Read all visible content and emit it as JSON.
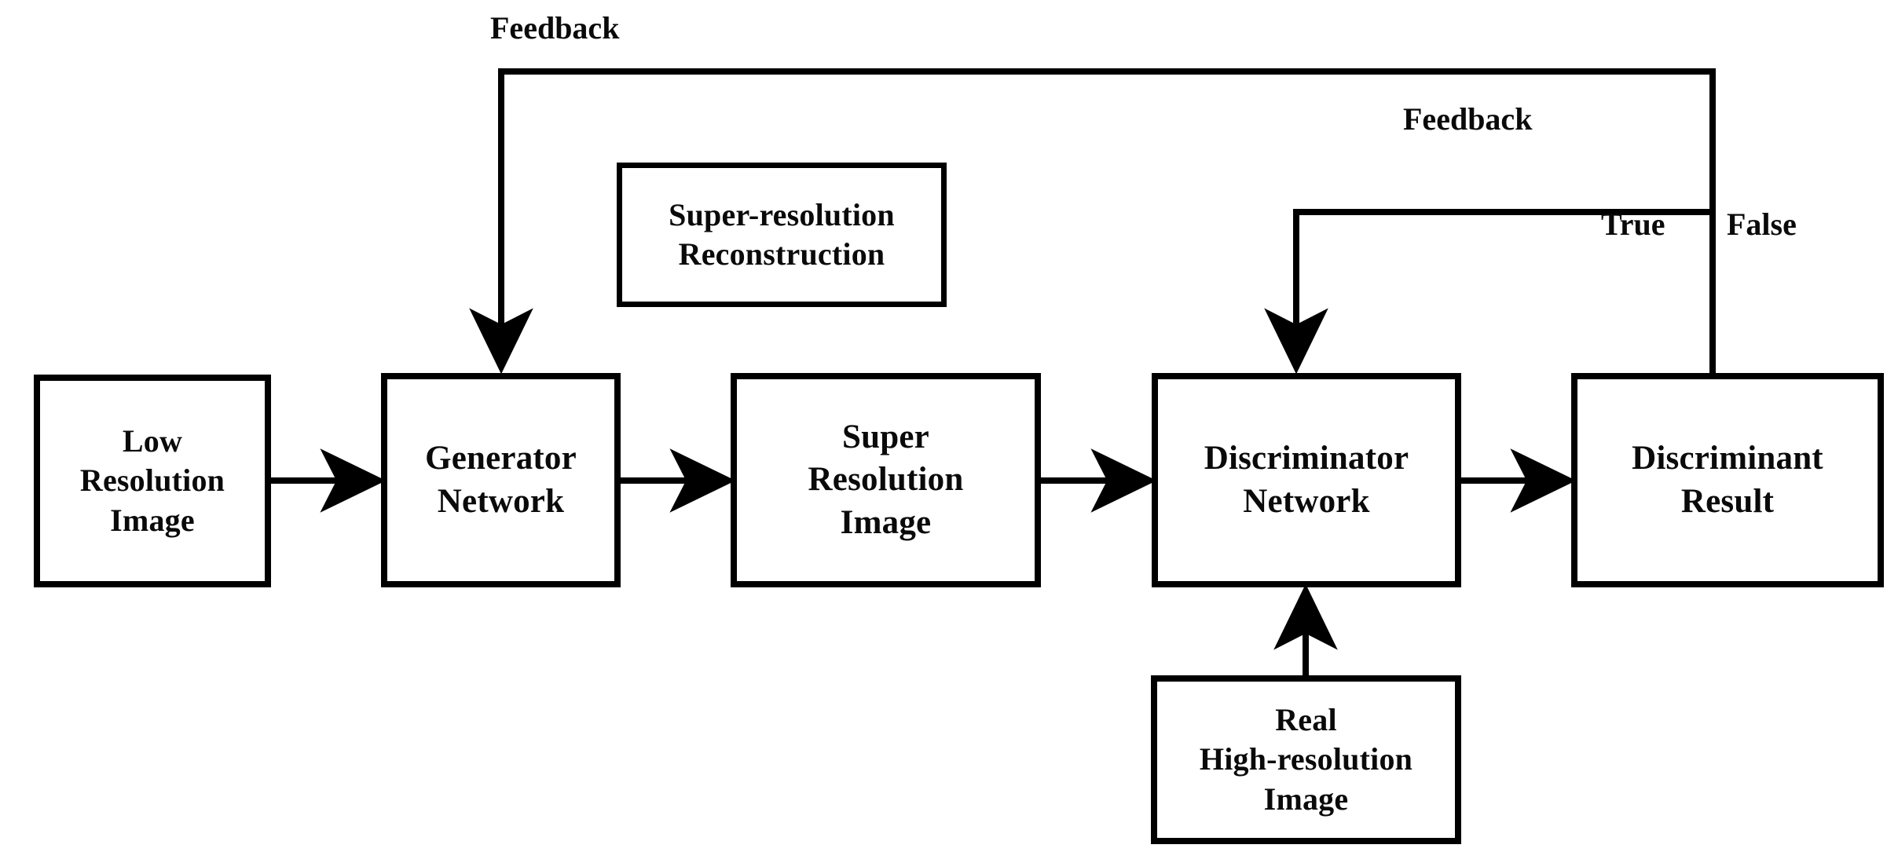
{
  "diagram": {
    "title": "Super-resolution GAN architecture flow",
    "background_color": "#ffffff",
    "line_color": "#000000",
    "text_color": "#0a0a0a",
    "nodes": [
      {
        "id": "low-resolution-image",
        "label": "Low\nResolution\nImage"
      },
      {
        "id": "generator-network",
        "label": "Generator\nNetwork"
      },
      {
        "id": "super-resolution-image",
        "label": "Super\nResolution\nImage"
      },
      {
        "id": "discriminator-network",
        "label": "Discriminator\nNetwork"
      },
      {
        "id": "discriminant-result",
        "label": "Discriminant\nResult"
      },
      {
        "id": "super-resolution-reconstruction",
        "label": "Super-resolution\nReconstruction"
      },
      {
        "id": "real-high-resolution-image",
        "label": "Real\nHigh-resolution\nImage"
      }
    ],
    "labels": {
      "feedback_generator": "Feedback",
      "feedback_discriminator": "Feedback",
      "true_branch": "True",
      "false_branch": "False"
    },
    "edges": [
      {
        "from": "low-resolution-image",
        "to": "generator-network",
        "kind": "arrow",
        "direction": "right"
      },
      {
        "from": "generator-network",
        "to": "super-resolution-image",
        "kind": "arrow",
        "direction": "right"
      },
      {
        "from": "super-resolution-image",
        "to": "discriminator-network",
        "kind": "arrow",
        "direction": "right"
      },
      {
        "from": "discriminator-network",
        "to": "discriminant-result",
        "kind": "arrow",
        "direction": "right"
      },
      {
        "from": "real-high-resolution-image",
        "to": "discriminator-network",
        "kind": "arrow",
        "direction": "up"
      },
      {
        "from": "discriminant-result",
        "to": "generator-network",
        "kind": "feedback-loop",
        "label": "Feedback"
      },
      {
        "from": "discriminant-result",
        "to": "discriminator-network",
        "kind": "feedback-loop",
        "label": "Feedback"
      }
    ]
  }
}
